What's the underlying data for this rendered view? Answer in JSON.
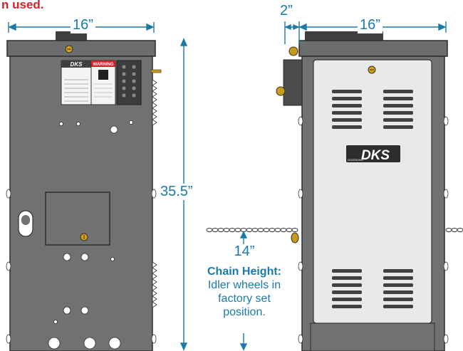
{
  "note": {
    "text": "n used."
  },
  "dimensions": {
    "left_width": "16”",
    "height": "35.5”",
    "offset": "2”",
    "right_width": "16”",
    "chain_height_value": "14”"
  },
  "chain_text": {
    "title": "Chain Height:",
    "line1": "Idler wheels in",
    "line2": "factory set",
    "line3": "position."
  },
  "logos": {
    "brand": "DKS",
    "sub": "DOORKING"
  },
  "label": {
    "warning": "WARNING"
  },
  "colors": {
    "cabinet": "#6b6d6f",
    "cabinet_dark": "#3e4042",
    "panel": "#e8e9ea",
    "dimension": "#1b7aa8",
    "note_red": "#d61f26"
  }
}
